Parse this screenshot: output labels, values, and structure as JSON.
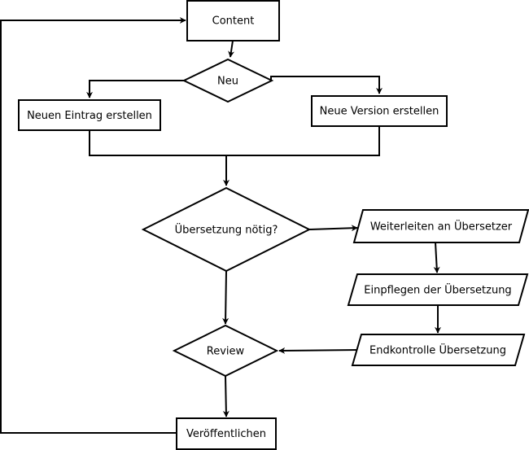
{
  "nodes": {
    "content": "Content",
    "neu": "Neu",
    "neuer_eintrag": "Neuen Eintrag erstellen",
    "neue_version": "Neue Version erstellen",
    "uebersetzung_noetig": "Übersetzung nötig?",
    "weiterleiten": "Weiterleiten an Übersetzer",
    "einpflegen": "Einpflegen der Übersetzung",
    "endkontrolle": "Endkontrolle Übersetzung",
    "review": "Review",
    "veroeffentlichen": "Veröffentlichen"
  },
  "colors": {
    "stroke": "#000000",
    "fill": "#ffffff"
  }
}
